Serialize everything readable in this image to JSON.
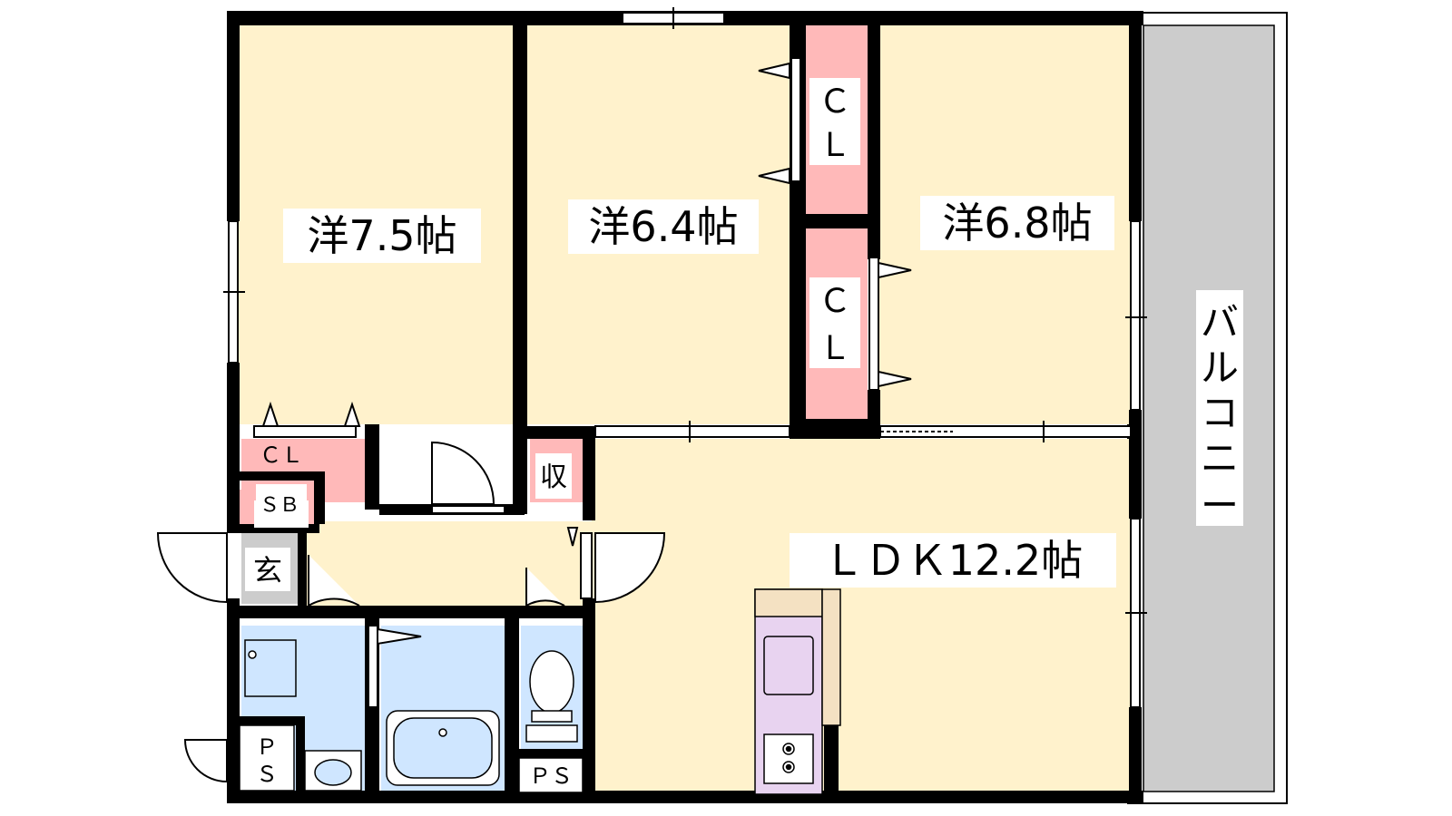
{
  "floorplan": {
    "colors": {
      "room": "#fff2cc",
      "closet": "#ffb9b9",
      "wet": "#cfe6ff",
      "kitchen": "#e8d3f0",
      "counter": "#f4e1c2",
      "entry": "#cccccc",
      "balcony": "#cccccc",
      "wall": "#000000"
    },
    "rooms": {
      "western1": "洋7.5帖",
      "western2": "洋6.4帖",
      "western3": "洋6.8帖",
      "ldk": "ＬＤＫ12.2帖"
    },
    "closets": {
      "cl_top": [
        "Ｃ",
        "Ｌ"
      ],
      "cl_mid": [
        "Ｃ",
        "Ｌ"
      ],
      "cl_small": "ＣＬ",
      "storage": "収",
      "shoebox": "ＳＢ"
    },
    "entrance": "玄",
    "ps_left": [
      "Ｐ",
      "Ｓ"
    ],
    "ps_right": "ＰＳ",
    "balcony": [
      "バ",
      "ル",
      "コ",
      "ニ",
      "ー"
    ]
  }
}
